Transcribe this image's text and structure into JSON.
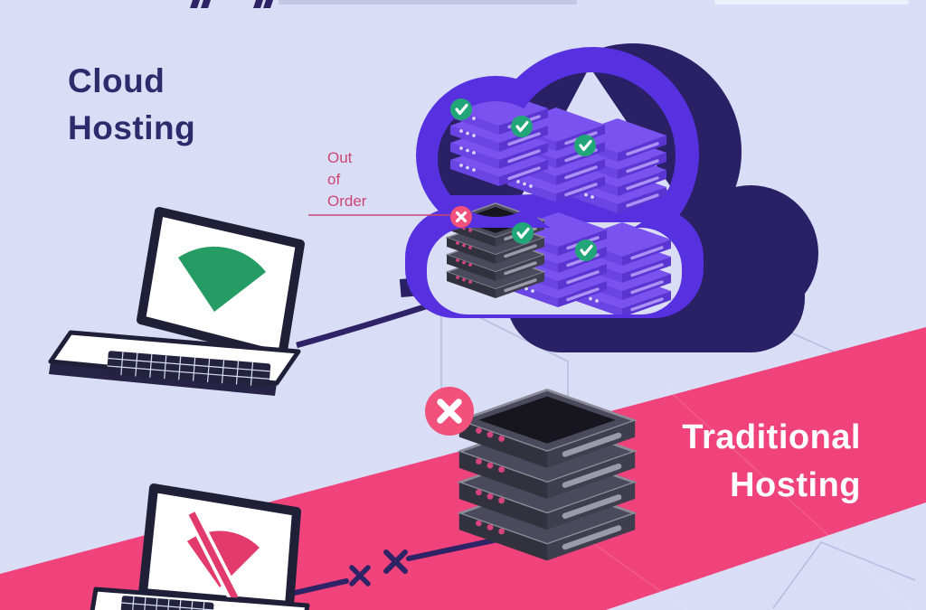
{
  "infographic": {
    "topic": "Cloud Hosting vs Traditional Hosting"
  },
  "cloud_hosting": {
    "title_line1": "Cloud",
    "title_line2": "Hosting",
    "out_of_order_line1": "Out",
    "out_of_order_line2": "of",
    "out_of_order_line3": "Order",
    "online_server_badges": 5,
    "offline_server_badges": 1,
    "server_stacks_total": 6
  },
  "traditional_hosting": {
    "title_line1": "Traditional",
    "title_line2": "Hosting",
    "offline_server_badges": 1,
    "broken_connection_marks": 2,
    "server_stack_levels": 4
  },
  "colors": {
    "background_lavender": "#d9ddf6",
    "pink_band": "#f0437b",
    "deep_navy": "#2a2066",
    "bright_purple": "#5730e0",
    "server_purple": "#6b44e4",
    "badge_green": "#22a578",
    "badge_red": "#f2517c",
    "wifi_green": "#259c63",
    "title_navy": "#2f2a6b",
    "out_of_order_text": "#cc4673",
    "cable_purple": "#2e2366",
    "laptop_outline": "#1f1f38"
  }
}
